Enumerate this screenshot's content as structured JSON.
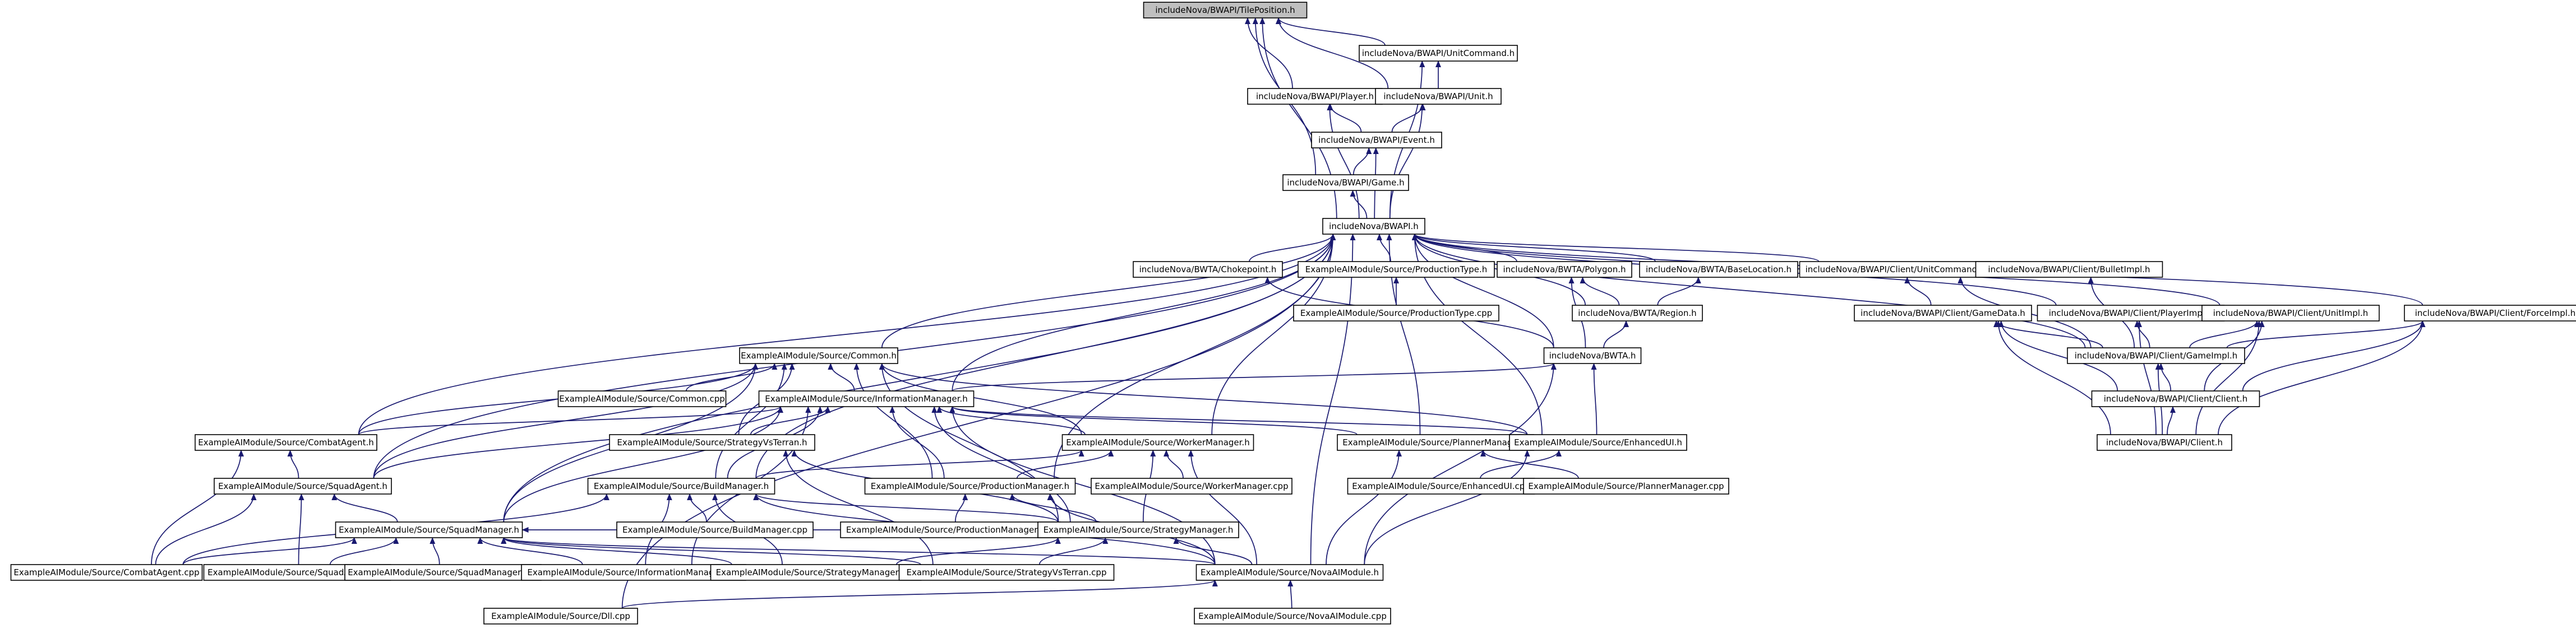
{
  "diagram": {
    "type": "include-dependency-graph",
    "edge_color": "#191970",
    "root_fill": "#bfbfbf",
    "root_node": "tilepos",
    "nodes": [
      {
        "id": "tilepos",
        "label": "includeNova/BWAPI/TilePosition.h"
      },
      {
        "id": "unitcommand",
        "label": "includeNova/BWAPI/UnitCommand.h"
      },
      {
        "id": "player",
        "label": "includeNova/BWAPI/Player.h"
      },
      {
        "id": "unit",
        "label": "includeNova/BWAPI/Unit.h"
      },
      {
        "id": "event",
        "label": "includeNova/BWAPI/Event.h"
      },
      {
        "id": "game",
        "label": "includeNova/BWAPI/Game.h"
      },
      {
        "id": "bwapi",
        "label": "includeNova/BWAPI.h"
      },
      {
        "id": "chokepoint",
        "label": "includeNova/BWTA/Chokepoint.h"
      },
      {
        "id": "prodtype_h",
        "label": "ExampleAIModule/Source/ProductionType.h"
      },
      {
        "id": "polygon",
        "label": "includeNova/BWTA/Polygon.h"
      },
      {
        "id": "baseloc",
        "label": "includeNova/BWTA/BaseLocation.h"
      },
      {
        "id": "cl_unitcmd",
        "label": "includeNova/BWAPI/Client/UnitCommand.h"
      },
      {
        "id": "cl_bullet",
        "label": "includeNova/BWAPI/Client/BulletImpl.h"
      },
      {
        "id": "prodtype_cpp",
        "label": "ExampleAIModule/Source/ProductionType.cpp"
      },
      {
        "id": "region",
        "label": "includeNova/BWTA/Region.h"
      },
      {
        "id": "cl_gamedata",
        "label": "includeNova/BWAPI/Client/GameData.h"
      },
      {
        "id": "cl_playerimpl",
        "label": "includeNova/BWAPI/Client/PlayerImpl.h"
      },
      {
        "id": "cl_unitimpl",
        "label": "includeNova/BWAPI/Client/UnitImpl.h"
      },
      {
        "id": "cl_forceimpl",
        "label": "includeNova/BWAPI/Client/ForceImpl.h"
      },
      {
        "id": "common_h",
        "label": "ExampleAIModule/Source/Common.h"
      },
      {
        "id": "bwta",
        "label": "includeNova/BWTA.h"
      },
      {
        "id": "cl_gameimpl",
        "label": "includeNova/BWAPI/Client/GameImpl.h"
      },
      {
        "id": "common_cpp",
        "label": "ExampleAIModule/Source/Common.cpp"
      },
      {
        "id": "infomgr_h",
        "label": "ExampleAIModule/Source/InformationManager.h"
      },
      {
        "id": "cl_client",
        "label": "includeNova/BWAPI/Client/Client.h"
      },
      {
        "id": "combat_h",
        "label": "ExampleAIModule/Source/CombatAgent.h"
      },
      {
        "id": "stratvt_h",
        "label": "ExampleAIModule/Source/StrategyVsTerran.h"
      },
      {
        "id": "workermgr_h",
        "label": "ExampleAIModule/Source/WorkerManager.h"
      },
      {
        "id": "plannermgr_h",
        "label": "ExampleAIModule/Source/PlannerManager.h"
      },
      {
        "id": "enhancedui_h",
        "label": "ExampleAIModule/Source/EnhancedUI.h"
      },
      {
        "id": "bwapi_client",
        "label": "includeNova/BWAPI/Client.h"
      },
      {
        "id": "squadagent_h",
        "label": "ExampleAIModule/Source/SquadAgent.h"
      },
      {
        "id": "buildmgr_h",
        "label": "ExampleAIModule/Source/BuildManager.h"
      },
      {
        "id": "prodmgr_h",
        "label": "ExampleAIModule/Source/ProductionManager.h"
      },
      {
        "id": "workermgr_cpp",
        "label": "ExampleAIModule/Source/WorkerManager.cpp"
      },
      {
        "id": "enhancedui_cpp",
        "label": "ExampleAIModule/Source/EnhancedUI.cpp"
      },
      {
        "id": "plannermgr_cpp",
        "label": "ExampleAIModule/Source/PlannerManager.cpp"
      },
      {
        "id": "squadmgr_h",
        "label": "ExampleAIModule/Source/SquadManager.h"
      },
      {
        "id": "buildmgr_cpp",
        "label": "ExampleAIModule/Source/BuildManager.cpp"
      },
      {
        "id": "prodmgr_cpp",
        "label": "ExampleAIModule/Source/ProductionManager.cpp"
      },
      {
        "id": "stratmgr_h",
        "label": "ExampleAIModule/Source/StrategyManager.h"
      },
      {
        "id": "combat_cpp",
        "label": "ExampleAIModule/Source/CombatAgent.cpp"
      },
      {
        "id": "squadagent_cpp",
        "label": "ExampleAIModule/Source/SquadAgent.cpp"
      },
      {
        "id": "squadmgr_cpp",
        "label": "ExampleAIModule/Source/SquadManager.cpp"
      },
      {
        "id": "infomgr_cpp",
        "label": "ExampleAIModule/Source/InformationManager.cpp"
      },
      {
        "id": "stratmgr_cpp",
        "label": "ExampleAIModule/Source/StrategyManager.cpp"
      },
      {
        "id": "stratvt_cpp",
        "label": "ExampleAIModule/Source/StrategyVsTerran.cpp"
      },
      {
        "id": "novamodule_h",
        "label": "ExampleAIModule/Source/NovaAIModule.h"
      },
      {
        "id": "dll_cpp",
        "label": "ExampleAIModule/Source/Dll.cpp"
      },
      {
        "id": "novamodule_cpp",
        "label": "ExampleAIModule/Source/NovaAIModule.cpp"
      }
    ],
    "edges": [
      {
        "from": "unitcommand",
        "to": "tilepos"
      },
      {
        "from": "player",
        "to": "tilepos"
      },
      {
        "from": "unit",
        "to": "tilepos"
      },
      {
        "from": "unit",
        "to": "unitcommand"
      },
      {
        "from": "event",
        "to": "player"
      },
      {
        "from": "event",
        "to": "unit"
      },
      {
        "from": "game",
        "to": "tilepos"
      },
      {
        "from": "game",
        "to": "event"
      },
      {
        "from": "bwapi",
        "to": "tilepos"
      },
      {
        "from": "bwapi",
        "to": "unitcommand"
      },
      {
        "from": "bwapi",
        "to": "player"
      },
      {
        "from": "bwapi",
        "to": "unit"
      },
      {
        "from": "bwapi",
        "to": "event"
      },
      {
        "from": "bwapi",
        "to": "game"
      },
      {
        "from": "chokepoint",
        "to": "bwapi"
      },
      {
        "from": "prodtype_h",
        "to": "bwapi"
      },
      {
        "from": "polygon",
        "to": "bwapi"
      },
      {
        "from": "baseloc",
        "to": "bwapi"
      },
      {
        "from": "cl_unitcmd",
        "to": "bwapi"
      },
      {
        "from": "cl_forceimpl",
        "to": "bwapi"
      },
      {
        "from": "cl_unitimpl",
        "to": "bwapi"
      },
      {
        "from": "cl_playerimpl",
        "to": "bwapi"
      },
      {
        "from": "common_h",
        "to": "bwapi"
      },
      {
        "from": "infomgr_h",
        "to": "bwapi"
      },
      {
        "from": "region",
        "to": "bwapi"
      },
      {
        "from": "bwta",
        "to": "bwapi"
      },
      {
        "from": "workermgr_h",
        "to": "bwapi"
      },
      {
        "from": "plannermgr_h",
        "to": "bwapi"
      },
      {
        "from": "enhancedui_h",
        "to": "bwapi"
      },
      {
        "from": "combat_h",
        "to": "bwapi"
      },
      {
        "from": "squadagent_h",
        "to": "bwapi"
      },
      {
        "from": "squadmgr_h",
        "to": "bwapi"
      },
      {
        "from": "buildmgr_h",
        "to": "bwapi"
      },
      {
        "from": "prodmgr_h",
        "to": "bwapi"
      },
      {
        "from": "novamodule_h",
        "to": "bwapi"
      },
      {
        "from": "dll_cpp",
        "to": "bwapi"
      },
      {
        "from": "cl_gameimpl",
        "to": "bwapi"
      },
      {
        "from": "prodtype_cpp",
        "to": "prodtype_h"
      },
      {
        "from": "region",
        "to": "polygon"
      },
      {
        "from": "region",
        "to": "baseloc"
      },
      {
        "from": "bwta",
        "to": "chokepoint"
      },
      {
        "from": "bwta",
        "to": "polygon"
      },
      {
        "from": "bwta",
        "to": "region"
      },
      {
        "from": "cl_gamedata",
        "to": "cl_unitcmd"
      },
      {
        "from": "cl_gameimpl",
        "to": "cl_gamedata"
      },
      {
        "from": "cl_gameimpl",
        "to": "cl_unitcmd"
      },
      {
        "from": "cl_gameimpl",
        "to": "cl_bullet"
      },
      {
        "from": "cl_gameimpl",
        "to": "cl_playerimpl"
      },
      {
        "from": "cl_gameimpl",
        "to": "cl_unitimpl"
      },
      {
        "from": "cl_gameimpl",
        "to": "cl_forceimpl"
      },
      {
        "from": "cl_client",
        "to": "cl_gamedata"
      },
      {
        "from": "cl_client",
        "to": "cl_gameimpl"
      },
      {
        "from": "cl_client",
        "to": "cl_forceimpl"
      },
      {
        "from": "cl_client",
        "to": "cl_unitimpl"
      },
      {
        "from": "bwapi_client",
        "to": "cl_client"
      },
      {
        "from": "bwapi_client",
        "to": "cl_gameimpl"
      },
      {
        "from": "bwapi_client",
        "to": "cl_gamedata"
      },
      {
        "from": "bwapi_client",
        "to": "cl_playerimpl"
      },
      {
        "from": "bwapi_client",
        "to": "cl_unitimpl"
      },
      {
        "from": "bwapi_client",
        "to": "cl_forceimpl"
      },
      {
        "from": "common_cpp",
        "to": "common_h"
      },
      {
        "from": "infomgr_h",
        "to": "common_h"
      },
      {
        "from": "infomgr_h",
        "to": "bwta"
      },
      {
        "from": "combat_h",
        "to": "common_h"
      },
      {
        "from": "combat_h",
        "to": "infomgr_h"
      },
      {
        "from": "stratvt_h",
        "to": "common_h"
      },
      {
        "from": "stratvt_h",
        "to": "infomgr_h"
      },
      {
        "from": "workermgr_h",
        "to": "common_h"
      },
      {
        "from": "workermgr_h",
        "to": "infomgr_h"
      },
      {
        "from": "plannermgr_h",
        "to": "infomgr_h"
      },
      {
        "from": "enhancedui_h",
        "to": "common_h"
      },
      {
        "from": "enhancedui_h",
        "to": "infomgr_h"
      },
      {
        "from": "enhancedui_h",
        "to": "bwta"
      },
      {
        "from": "squadagent_h",
        "to": "common_h"
      },
      {
        "from": "squadagent_h",
        "to": "combat_h"
      },
      {
        "from": "squadagent_h",
        "to": "infomgr_h"
      },
      {
        "from": "buildmgr_h",
        "to": "common_h"
      },
      {
        "from": "buildmgr_h",
        "to": "infomgr_h"
      },
      {
        "from": "buildmgr_h",
        "to": "workermgr_h"
      },
      {
        "from": "prodmgr_h",
        "to": "common_h"
      },
      {
        "from": "prodmgr_h",
        "to": "infomgr_h"
      },
      {
        "from": "prodmgr_h",
        "to": "workermgr_h"
      },
      {
        "from": "workermgr_cpp",
        "to": "workermgr_h"
      },
      {
        "from": "enhancedui_cpp",
        "to": "enhancedui_h"
      },
      {
        "from": "plannermgr_cpp",
        "to": "plannermgr_h"
      },
      {
        "from": "squadmgr_h",
        "to": "common_h"
      },
      {
        "from": "squadmgr_h",
        "to": "squadagent_h"
      },
      {
        "from": "squadmgr_h",
        "to": "infomgr_h"
      },
      {
        "from": "buildmgr_cpp",
        "to": "buildmgr_h"
      },
      {
        "from": "prodmgr_cpp",
        "to": "prodmgr_h"
      },
      {
        "from": "stratmgr_h",
        "to": "common_h"
      },
      {
        "from": "stratmgr_h",
        "to": "stratvt_h"
      },
      {
        "from": "stratmgr_h",
        "to": "buildmgr_h"
      },
      {
        "from": "stratmgr_h",
        "to": "prodmgr_h"
      },
      {
        "from": "stratmgr_h",
        "to": "squadmgr_h"
      },
      {
        "from": "stratmgr_h",
        "to": "workermgr_h"
      },
      {
        "from": "stratmgr_h",
        "to": "infomgr_h"
      },
      {
        "from": "combat_cpp",
        "to": "combat_h"
      },
      {
        "from": "combat_cpp",
        "to": "squadagent_h"
      },
      {
        "from": "combat_cpp",
        "to": "squadmgr_h"
      },
      {
        "from": "combat_cpp",
        "to": "buildmgr_h"
      },
      {
        "from": "squadagent_cpp",
        "to": "squadagent_h"
      },
      {
        "from": "squadagent_cpp",
        "to": "squadmgr_h"
      },
      {
        "from": "squadmgr_cpp",
        "to": "squadmgr_h"
      },
      {
        "from": "infomgr_cpp",
        "to": "infomgr_h"
      },
      {
        "from": "infomgr_cpp",
        "to": "squadmgr_h"
      },
      {
        "from": "infomgr_cpp",
        "to": "buildmgr_h"
      },
      {
        "from": "stratmgr_cpp",
        "to": "stratmgr_h"
      },
      {
        "from": "stratmgr_cpp",
        "to": "squadmgr_h"
      },
      {
        "from": "stratmgr_cpp",
        "to": "buildmgr_h"
      },
      {
        "from": "stratvt_cpp",
        "to": "stratvt_h"
      },
      {
        "from": "stratvt_cpp",
        "to": "stratmgr_h"
      },
      {
        "from": "stratvt_cpp",
        "to": "squadmgr_h"
      },
      {
        "from": "novamodule_h",
        "to": "bwta"
      },
      {
        "from": "novamodule_h",
        "to": "infomgr_h"
      },
      {
        "from": "novamodule_h",
        "to": "workermgr_h"
      },
      {
        "from": "novamodule_h",
        "to": "plannermgr_h"
      },
      {
        "from": "novamodule_h",
        "to": "enhancedui_h"
      },
      {
        "from": "novamodule_h",
        "to": "buildmgr_h"
      },
      {
        "from": "novamodule_h",
        "to": "prodmgr_h"
      },
      {
        "from": "novamodule_h",
        "to": "squadmgr_h"
      },
      {
        "from": "novamodule_h",
        "to": "stratmgr_h"
      },
      {
        "from": "novamodule_cpp",
        "to": "novamodule_h"
      },
      {
        "from": "dll_cpp",
        "to": "novamodule_h"
      }
    ]
  }
}
